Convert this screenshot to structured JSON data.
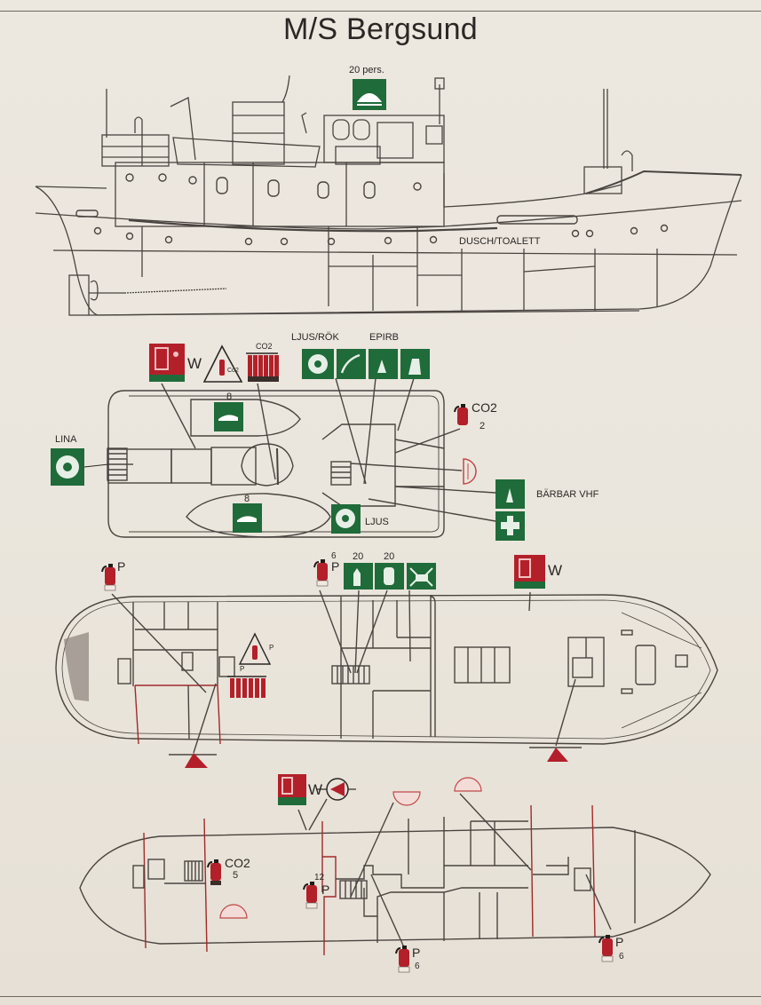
{
  "title": "M/S Bergsund",
  "profile": {
    "liferaft_capacity": "20 pers.",
    "room_label": "DUSCH/TOALETT"
  },
  "boat_deck": {
    "hose_reel_label": "W",
    "co2_small_label": "Co2",
    "co2_bank_label": "CO2",
    "pyro_group_label": "LJUS/RÖK",
    "epirb_label": "EPIRB",
    "lifeboat_top_capacity": "8",
    "lifeboat_bottom_capacity": "8",
    "lifebuoy_line_label": "LINA",
    "lifebuoy_light_label": "LJUS",
    "extinguisher_type": "CO2",
    "extinguisher_count": "2",
    "portable_vhf_label": "BÄRBAR VHF"
  },
  "main_deck": {
    "extinguisher_aft_type": "P",
    "extinguisher_mid_count": "6",
    "extinguisher_mid_type": "P",
    "survival_suits_count": "20",
    "lifejackets_count": "20",
    "hose_reel_label": "W",
    "p_bottle_label": "P",
    "p_bank_label": "P"
  },
  "lower_deck": {
    "hose_reel_label": "W",
    "extinguisher_co2_type": "CO2",
    "extinguisher_co2_count": "5",
    "extinguisher_mid_count": "12",
    "extinguisher_mid_type": "P",
    "extinguisher_bottom_type": "P",
    "extinguisher_bottom_count": "6",
    "extinguisher_fwd_type": "P",
    "extinguisher_fwd_count": "6"
  },
  "colors": {
    "safety_green": "#1f6b3a",
    "fire_red": "#b3202a",
    "line": "#4a4440",
    "paper": "#ebe6dd"
  }
}
